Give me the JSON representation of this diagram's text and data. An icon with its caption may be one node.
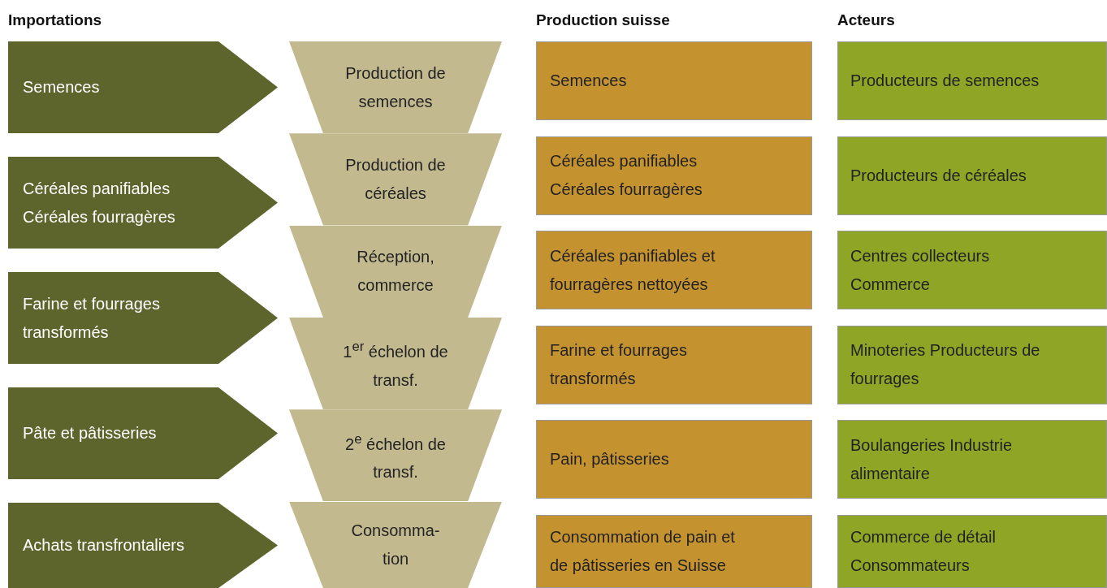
{
  "diagram": {
    "nodes": [
      {
        "text": [
          "Semences"
        ]
      },
      {
        "text": [
          "Production de semences"
        ]
      },
      {
        "text": [
          "Semences"
        ]
      },
      {
        "text": [
          "Producteurs de semences"
        ]
      },
      {
        "text": [
          "Céréales panifiables Céréales fourragères"
        ]
      },
      {
        "text": [
          "Production de céréales"
        ]
      },
      {
        "text": [
          "Céréales panifiables Céréales fourragères"
        ]
      },
      {
        "text": [
          "Producteurs de céréales"
        ]
      },
      {
        "text": [
          "Farine et fourrages transformés"
        ]
      },
      {
        "text": [
          "Réception, commerce"
        ]
      },
      {
        "text": [
          "Céréales panifiables et fourragères nettoyées"
        ]
      },
      {
        "text": [
          "Centres collecteurs Commerce"
        ]
      },
      {
        "text": [
          "Pâte et pâtisseries"
        ]
      },
      {
        "text": [
          "1$^{er}$ échelon de transf."
        ]
      },
      {
        "text": [
          "Farine et fourrages transformés"
        ]
      },
      {
        "text": [
          "Minoteries Producteurs de fourrages"
        ]
      },
      {
        "text": [
          "Achats transfrontaliers"
        ]
      },
      {
        "text": [
          "2$^{e}$ échelon de transf."
        ]
      },
      {
        "text": [
          "Pain, pâtisseries"
        ]
      },
      {
        "text": [
          "Boulangeries Industrie alimentaire"
        ]
      },
      {
        "text": [
          "Consomma- tion"
        ]
      },
      {
        "text": [
          "Consommation de pain et de pâtisseries en Suisse"
        ]
      },
      {
        "text": [
          "Commerce de détail Consommateurs"
        ]
      }
    ],
    "labels": [
      "Importations",
      "Production suisse",
      "Acteurs"
    ]
  }
}
